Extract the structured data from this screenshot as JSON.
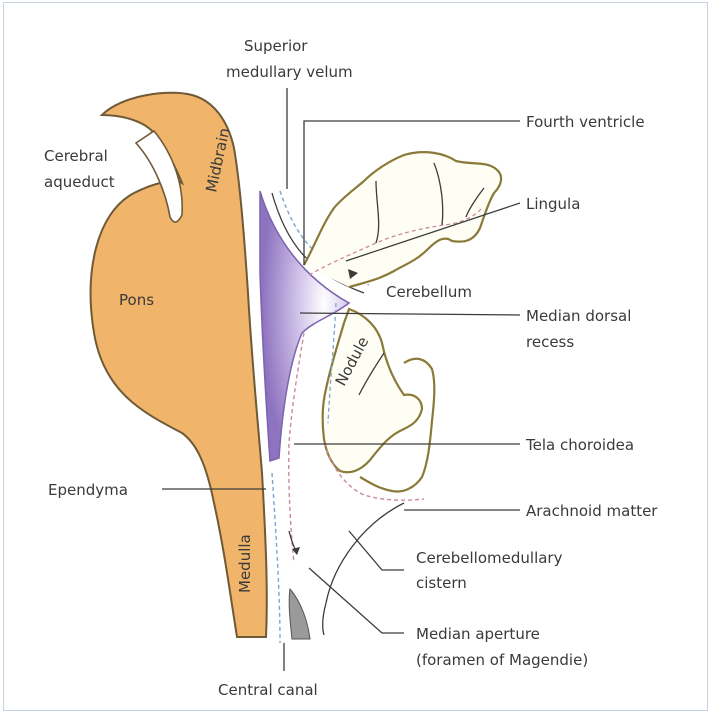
{
  "diagram": {
    "labels": {
      "superior_medullary_velum_1": "Superior",
      "superior_medullary_velum_2": "medullary velum",
      "fourth_ventricle": "Fourth ventricle",
      "cerebral_aqueduct_1": "Cerebral",
      "cerebral_aqueduct_2": "aqueduct",
      "midbrain": "Midbrain",
      "lingula": "Lingula",
      "pons": "Pons",
      "cerebellum": "Cerebellum",
      "median_dorsal_recess_1": "Median dorsal",
      "median_dorsal_recess_2": "recess",
      "nodule": "Nodule",
      "tela_choroidea": "Tela choroidea",
      "ependyma": "Ependyma",
      "arachnoid_matter": "Arachnoid matter",
      "medulla": "Medulla",
      "cerebellomedullary_cistern_1": "Cerebellomedullary",
      "cerebellomedullary_cistern_2": "cistern",
      "median_aperture_1": "Median aperture",
      "median_aperture_2": "(foramen of Magendie)",
      "central_canal": "Central canal"
    },
    "colors": {
      "brainstem": "#f0b46a",
      "brainstem_outline": "#6e5a36",
      "ventricle": "#9d84c8",
      "cerebellum_outline": "#8a7a3a",
      "pia_dashed": "#c98aa0",
      "csf_dashed": "#7aa6d0",
      "aperture_fill": "#9a9a9a"
    }
  }
}
